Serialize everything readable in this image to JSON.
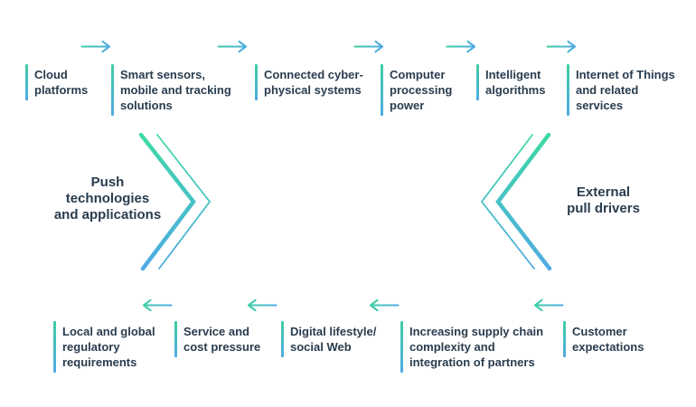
{
  "diagram": {
    "push_section": {
      "heading": "Push\ntechnologies\nand applications"
    },
    "pull_section": {
      "heading": "External\npull drivers"
    },
    "top_flow": {
      "direction": "left-to-right",
      "items": [
        {
          "label": "Cloud\nplatforms"
        },
        {
          "label": "Smart sensors,\nmobile and tracking\nsolutions"
        },
        {
          "label": "Connected cyber-\nphysical systems"
        },
        {
          "label": "Computer\nprocessing\npower"
        },
        {
          "label": "Intelligent\nalgorithms"
        },
        {
          "label": "Internet of Things\nand related\nservices"
        }
      ]
    },
    "bottom_flow": {
      "direction": "right-to-left",
      "items": [
        {
          "label": "Local and global\nregulatory\nrequirements"
        },
        {
          "label": "Service and\ncost pressure"
        },
        {
          "label": "Digital lifestyle/\nsocial Web"
        },
        {
          "label": "Increasing supply chain\ncomplexity and\nintegration of partners"
        },
        {
          "label": "Customer\nexpectations"
        }
      ]
    },
    "colors": {
      "text": "#293c4f",
      "gradient_green": "#3ecfa2",
      "gradient_blue": "#4faae4",
      "background": "#ffffff"
    }
  }
}
